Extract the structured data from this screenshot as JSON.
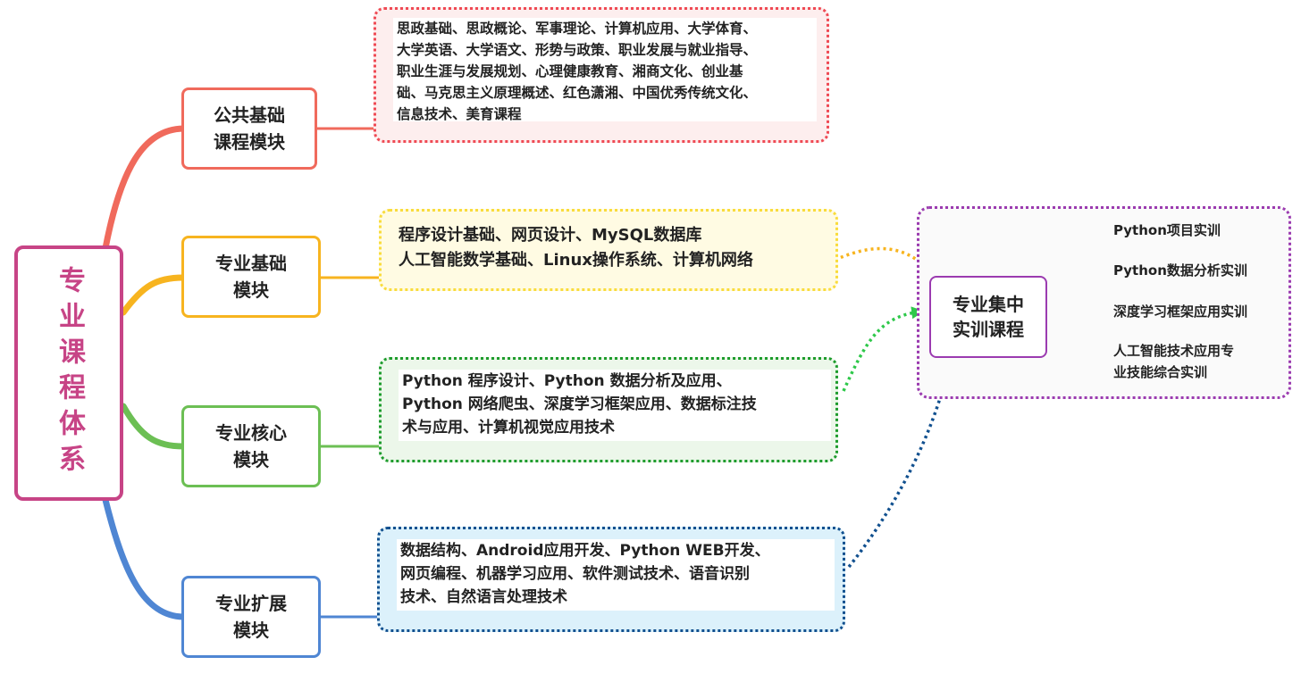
{
  "root": {
    "label": "专业课程体系",
    "color": "#c74486"
  },
  "modules": [
    {
      "label": "公共基础\n课程模块",
      "color": "#f06a5c",
      "detail_bg": "#fdeeee",
      "detail": "思政基础、思政概论、军事理论、计算机应用、大学体育、\n大学英语、大学语文、形势与政策、职业发展与就业指导、\n职业生涯与发展规划、心理健康教育、湘商文化、创业基\n础、马克思主义原理概述、红色潇湘、中国优秀传统文化、\n信息技术、美育课程"
    },
    {
      "label": "专业基础\n模块",
      "color": "#f7b41f",
      "detail_bg": "#fffbe3",
      "detail": "程序设计基础、网页设计、MySQL数据库\n人工智能数学基础、Linux操作系统、计算机网络"
    },
    {
      "label": "专业核心\n模块",
      "color": "#6cbf54",
      "detail_bg": "#ecf7ea",
      "detail": "Python 程序设计、Python 数据分析及应用、\nPython 网络爬虫、深度学习框架应用、数据标注技\n术与应用、计算机视觉应用技术"
    },
    {
      "label": "专业扩展\n模块",
      "color": "#4f86d3",
      "detail_bg": "#dcf1fb",
      "detail": "数据结构、Android应用开发、Python WEB开发、\n网页编程、机器学习应用、软件测试技术、语音识别\n技术、自然语言处理技术"
    }
  ],
  "training": {
    "label": "专业集中\n实训课程",
    "color": "#9b3bb0",
    "items": [
      "Python项目实训",
      "Python数据分析实训",
      "深度学习框架应用实训",
      "人工智能技术应用专\n业技能综合实训"
    ]
  },
  "arrow_colors": [
    "#f7b41f",
    "#2ec84a",
    "#11508f"
  ]
}
